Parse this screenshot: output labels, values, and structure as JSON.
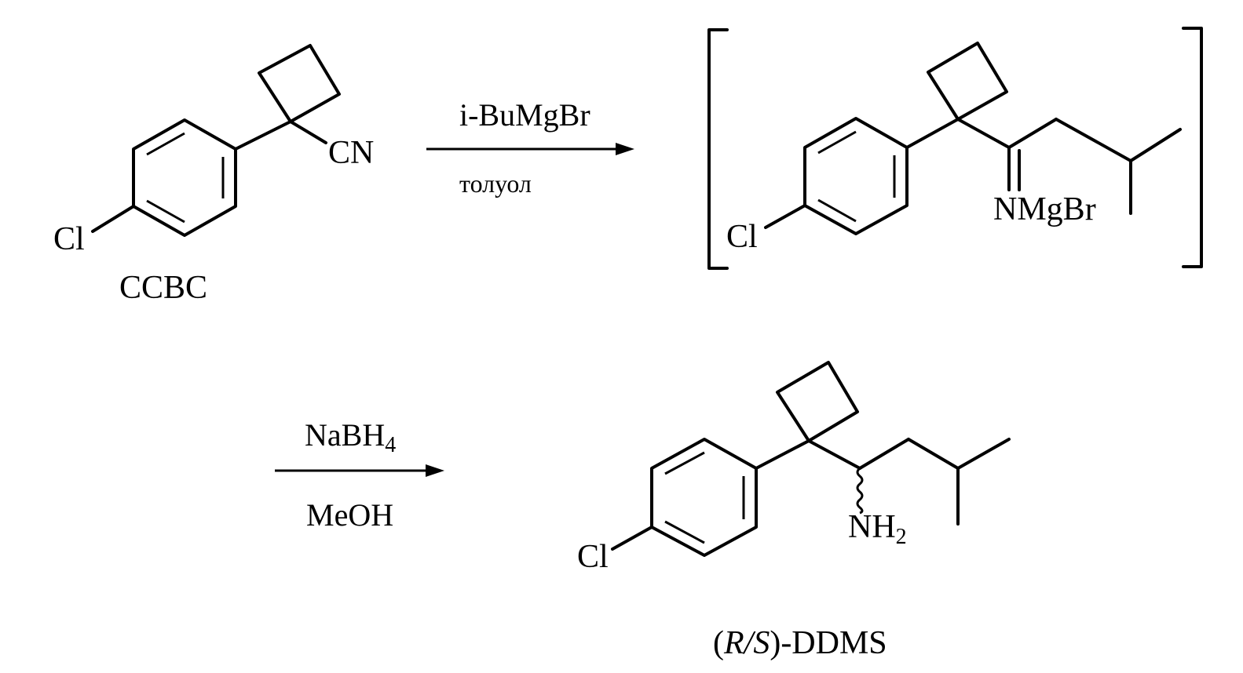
{
  "scheme": {
    "compound_1": {
      "name": "CCBC",
      "substituent_cl": "Cl",
      "nitrile": "CN"
    },
    "step_1": {
      "reagent": "i-BuMgBr",
      "solvent": "толуол"
    },
    "intermediate": {
      "substituent_cl": "Cl",
      "imine_group": "NMgBr"
    },
    "step_2": {
      "reagent_main": "NaBH",
      "reagent_subscript": "4",
      "solvent": "MeOH"
    },
    "product": {
      "substituent_cl": "Cl",
      "amine_main": "NH",
      "amine_subscript": "2",
      "name_open": "(",
      "name_stereo": "R/S",
      "name_close": ")-DDMS"
    }
  }
}
